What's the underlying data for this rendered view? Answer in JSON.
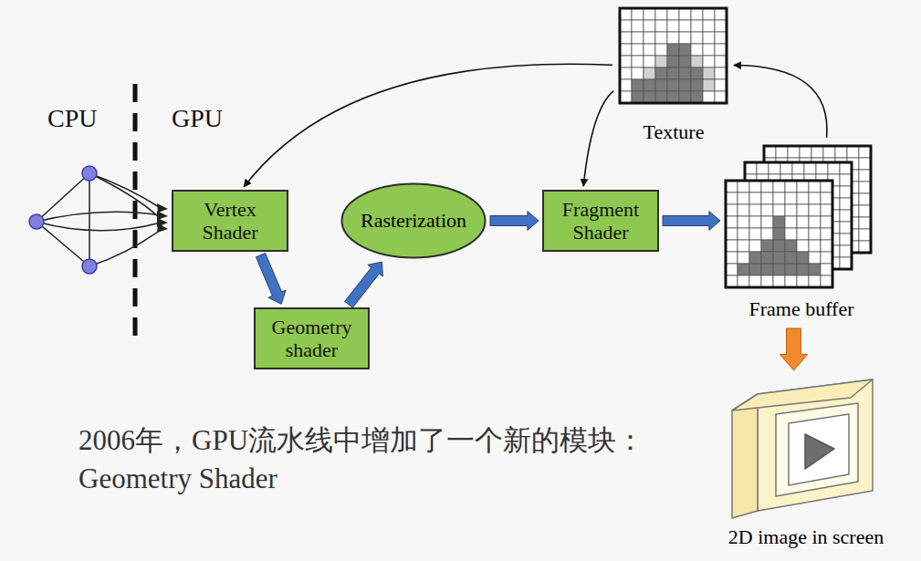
{
  "diagram": {
    "caption": "2006年，GPU流水线中增加了一个新的模块：Geometry Shader",
    "nodes": [
      {
        "text": [
          "Texture"
        ]
      },
      {
        "text": [
          "Vertex Shader"
        ]
      },
      {
        "text": [
          "Rasterization"
        ]
      },
      {
        "text": [
          "Fragment Shader"
        ]
      },
      {
        "text": [
          "Frame buffer"
        ]
      },
      {
        "text": [
          "Geometry shader"
        ]
      },
      {
        "text": [
          "2D image in screen"
        ]
      }
    ],
    "edges": [
      {
        "from": 1,
        "to": 5,
        "arrow": "to"
      },
      {
        "from": 5,
        "to": 2,
        "arrow": "to"
      },
      {
        "from": 2,
        "to": 3,
        "arrow": "to"
      },
      {
        "from": 3,
        "to": 4,
        "arrow": "to"
      },
      {
        "from": 0,
        "to": 1,
        "arrow": "to"
      },
      {
        "from": 0,
        "to": 3,
        "arrow": "to"
      },
      {
        "from": 4,
        "to": 0,
        "arrow": "to"
      },
      {
        "from": 4,
        "to": 6,
        "arrow": "to"
      }
    ],
    "labels": [
      "CPU",
      "GPU"
    ]
  }
}
